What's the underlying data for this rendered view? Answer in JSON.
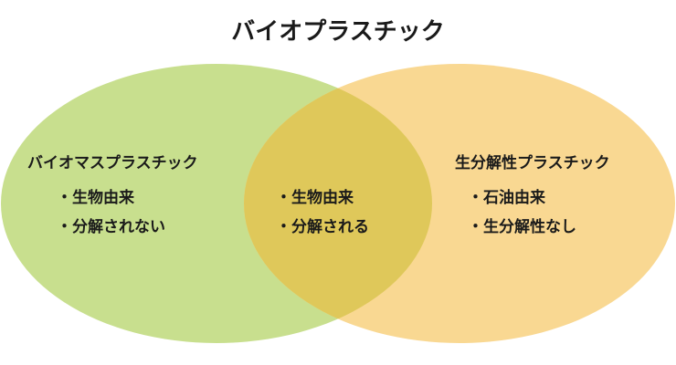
{
  "title": "バイオプラスチック",
  "colors": {
    "left": "#c8df8e",
    "right": "#f9d892",
    "overlap": "#dfc85a"
  },
  "left": {
    "heading": "バイオマスプラスチック",
    "items": [
      "・生物由来",
      "・分解されない"
    ]
  },
  "center": {
    "items": [
      "・生物由来",
      "・分解される"
    ]
  },
  "right": {
    "heading": "生分解性プラスチック",
    "items": [
      "・石油由来",
      "・生分解性なし"
    ]
  }
}
